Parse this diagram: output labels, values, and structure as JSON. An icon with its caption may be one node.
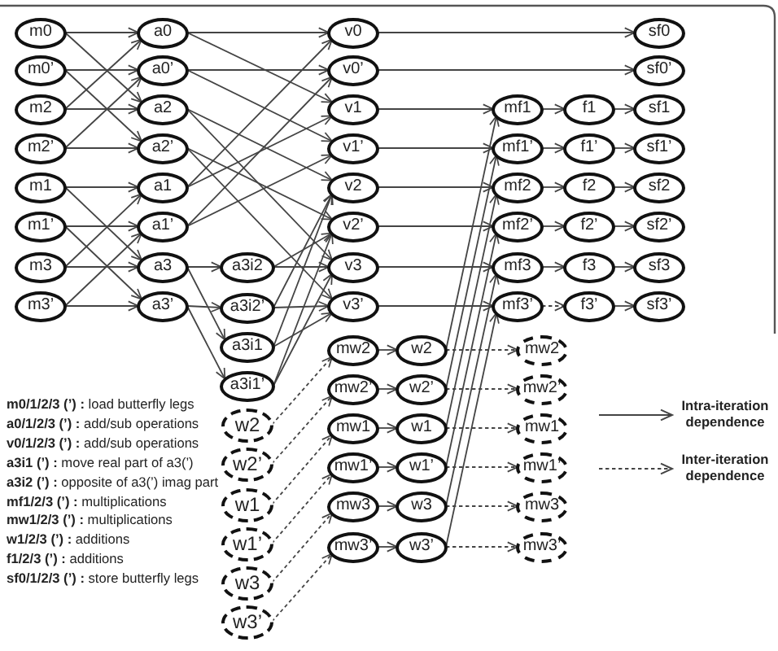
{
  "diagram": {
    "nodes": [
      {
        "text": [
          "m0"
        ]
      },
      {
        "text": [
          "m0’"
        ]
      },
      {
        "text": [
          "m2"
        ]
      },
      {
        "text": [
          "m2’"
        ]
      },
      {
        "text": [
          "m1"
        ]
      },
      {
        "text": [
          "m1’"
        ]
      },
      {
        "text": [
          "m3"
        ]
      },
      {
        "text": [
          "m3’"
        ]
      },
      {
        "text": [
          "a0"
        ]
      },
      {
        "text": [
          "a0’"
        ]
      },
      {
        "text": [
          "a2"
        ]
      },
      {
        "text": [
          "a2’"
        ]
      },
      {
        "text": [
          "a1"
        ]
      },
      {
        "text": [
          "a1’"
        ]
      },
      {
        "text": [
          "a3"
        ]
      },
      {
        "text": [
          "a3’"
        ]
      },
      {
        "text": [
          "a3i2"
        ]
      },
      {
        "text": [
          "a3i2’"
        ]
      },
      {
        "text": [
          "a3i1"
        ]
      },
      {
        "text": [
          "a3i1’"
        ]
      },
      {
        "text": [
          "v0"
        ]
      },
      {
        "text": [
          "v0’"
        ]
      },
      {
        "text": [
          "v1"
        ]
      },
      {
        "text": [
          "v1’"
        ]
      },
      {
        "text": [
          "v2"
        ]
      },
      {
        "text": [
          "v2’"
        ]
      },
      {
        "text": [
          "v3"
        ]
      },
      {
        "text": [
          "v3’"
        ]
      },
      {
        "text": [
          "mw2"
        ]
      },
      {
        "text": [
          "mw2’"
        ]
      },
      {
        "text": [
          "mw1"
        ]
      },
      {
        "text": [
          "mw1’"
        ]
      },
      {
        "text": [
          "mw3"
        ]
      },
      {
        "text": [
          "mw3’"
        ]
      },
      {
        "text": [
          "w2"
        ]
      },
      {
        "text": [
          "w2’"
        ]
      },
      {
        "text": [
          "w1"
        ]
      },
      {
        "text": [
          "w1’"
        ]
      },
      {
        "text": [
          "w3"
        ]
      },
      {
        "text": [
          "w3’"
        ]
      },
      {
        "text": [
          "w2"
        ]
      },
      {
        "text": [
          "w2’"
        ]
      },
      {
        "text": [
          "w1"
        ]
      },
      {
        "text": [
          "w1’"
        ]
      },
      {
        "text": [
          "w3"
        ]
      },
      {
        "text": [
          "w3’"
        ]
      },
      {
        "text": [
          "mf1"
        ]
      },
      {
        "text": [
          "mf1’"
        ]
      },
      {
        "text": [
          "mf2"
        ]
      },
      {
        "text": [
          "mf2’"
        ]
      },
      {
        "text": [
          "mf3"
        ]
      },
      {
        "text": [
          "mf3’"
        ]
      },
      {
        "text": [
          "f1"
        ]
      },
      {
        "text": [
          "f1’"
        ]
      },
      {
        "text": [
          "f2"
        ]
      },
      {
        "text": [
          "f2’"
        ]
      },
      {
        "text": [
          "f3"
        ]
      },
      {
        "text": [
          "f3’"
        ]
      },
      {
        "text": [
          "sf0"
        ]
      },
      {
        "text": [
          "sf0’"
        ]
      },
      {
        "text": [
          "sf1"
        ]
      },
      {
        "text": [
          "sf1’"
        ]
      },
      {
        "text": [
          "sf2"
        ]
      },
      {
        "text": [
          "sf2’"
        ]
      },
      {
        "text": [
          "sf3"
        ]
      },
      {
        "text": [
          "sf3’"
        ]
      },
      {
        "text": [
          "mw2"
        ]
      },
      {
        "text": [
          "mw2’"
        ]
      },
      {
        "text": [
          "mw1"
        ]
      },
      {
        "text": [
          "mw1’"
        ]
      },
      {
        "text": [
          "mw3"
        ]
      },
      {
        "text": [
          "mw3’"
        ]
      }
    ],
    "edges": [
      {
        "from": 0,
        "to": 8,
        "arrow": "to"
      },
      {
        "from": 0,
        "to": 10,
        "arrow": "to"
      },
      {
        "from": 1,
        "to": 9,
        "arrow": "to"
      },
      {
        "from": 1,
        "to": 11,
        "arrow": "to"
      },
      {
        "from": 2,
        "to": 8,
        "arrow": "to"
      },
      {
        "from": 2,
        "to": 10,
        "arrow": "to"
      },
      {
        "from": 3,
        "to": 9,
        "arrow": "to"
      },
      {
        "from": 3,
        "to": 11,
        "arrow": "to"
      },
      {
        "from": 4,
        "to": 12,
        "arrow": "to"
      },
      {
        "from": 4,
        "to": 14,
        "arrow": "to"
      },
      {
        "from": 5,
        "to": 13,
        "arrow": "to"
      },
      {
        "from": 5,
        "to": 15,
        "arrow": "to"
      },
      {
        "from": 6,
        "to": 12,
        "arrow": "to"
      },
      {
        "from": 6,
        "to": 14,
        "arrow": "to"
      },
      {
        "from": 7,
        "to": 13,
        "arrow": "to"
      },
      {
        "from": 7,
        "to": 15,
        "arrow": "to"
      },
      {
        "from": 8,
        "to": 20,
        "arrow": "to"
      },
      {
        "from": 8,
        "to": 22,
        "arrow": "to"
      },
      {
        "from": 9,
        "to": 21,
        "arrow": "to"
      },
      {
        "from": 9,
        "to": 23,
        "arrow": "to"
      },
      {
        "from": 10,
        "to": 24,
        "arrow": "to"
      },
      {
        "from": 10,
        "to": 26,
        "arrow": "to"
      },
      {
        "from": 11,
        "to": 25,
        "arrow": "to"
      },
      {
        "from": 11,
        "to": 27,
        "arrow": "to"
      },
      {
        "from": 12,
        "to": 20,
        "arrow": "to"
      },
      {
        "from": 12,
        "to": 22,
        "arrow": "to"
      },
      {
        "from": 13,
        "to": 21,
        "arrow": "to"
      },
      {
        "from": 13,
        "to": 23,
        "arrow": "to"
      },
      {
        "from": 14,
        "to": 16,
        "arrow": "to"
      },
      {
        "from": 14,
        "to": 18,
        "arrow": "to"
      },
      {
        "from": 15,
        "to": 17,
        "arrow": "to"
      },
      {
        "from": 15,
        "to": 19,
        "arrow": "to"
      },
      {
        "from": 16,
        "to": 26,
        "arrow": "to"
      },
      {
        "from": 16,
        "to": 25,
        "arrow": "to"
      },
      {
        "from": 17,
        "to": 27,
        "arrow": "to"
      },
      {
        "from": 17,
        "to": 24,
        "arrow": "to"
      },
      {
        "from": 18,
        "to": 24,
        "arrow": "to"
      },
      {
        "from": 18,
        "to": 27,
        "arrow": "to"
      },
      {
        "from": 19,
        "to": 25,
        "arrow": "to"
      },
      {
        "from": 19,
        "to": 26,
        "arrow": "to"
      },
      {
        "from": 20,
        "to": 58,
        "arrow": "to"
      },
      {
        "from": 21,
        "to": 59,
        "arrow": "to"
      },
      {
        "from": 22,
        "to": 46,
        "arrow": "to"
      },
      {
        "from": 23,
        "to": 47,
        "arrow": "to"
      },
      {
        "from": 24,
        "to": 48,
        "arrow": "to"
      },
      {
        "from": 25,
        "to": 49,
        "arrow": "to"
      },
      {
        "from": 26,
        "to": 50,
        "arrow": "to"
      },
      {
        "from": 27,
        "to": 51,
        "arrow": "to"
      },
      {
        "from": 34,
        "to": 46,
        "arrow": "to"
      },
      {
        "from": 35,
        "to": 47,
        "arrow": "to"
      },
      {
        "from": 36,
        "to": 48,
        "arrow": "to"
      },
      {
        "from": 37,
        "to": 49,
        "arrow": "to"
      },
      {
        "from": 38,
        "to": 50,
        "arrow": "to"
      },
      {
        "from": 39,
        "to": 51,
        "arrow": "to"
      },
      {
        "from": 46,
        "to": 52,
        "arrow": "to"
      },
      {
        "from": 47,
        "to": 53,
        "arrow": "to"
      },
      {
        "from": 48,
        "to": 54,
        "arrow": "to"
      },
      {
        "from": 49,
        "to": 55,
        "arrow": "to"
      },
      {
        "from": 50,
        "to": 56,
        "arrow": "to"
      },
      {
        "from": 51,
        "to": 57,
        "arrow": "to",
        "style": "dashed"
      },
      {
        "from": 52,
        "to": 60,
        "arrow": "to"
      },
      {
        "from": 53,
        "to": 61,
        "arrow": "to"
      },
      {
        "from": 54,
        "to": 62,
        "arrow": "to"
      },
      {
        "from": 55,
        "to": 63,
        "arrow": "to"
      },
      {
        "from": 56,
        "to": 64,
        "arrow": "to"
      },
      {
        "from": 57,
        "to": 65,
        "arrow": "to"
      },
      {
        "from": 28,
        "to": 34,
        "arrow": "to"
      },
      {
        "from": 29,
        "to": 35,
        "arrow": "to"
      },
      {
        "from": 30,
        "to": 36,
        "arrow": "to"
      },
      {
        "from": 31,
        "to": 37,
        "arrow": "to"
      },
      {
        "from": 32,
        "to": 38,
        "arrow": "to"
      },
      {
        "from": 33,
        "to": 39,
        "arrow": "to"
      },
      {
        "from": 34,
        "to": 66,
        "arrow": "to",
        "style": "dashed"
      },
      {
        "from": 35,
        "to": 67,
        "arrow": "to",
        "style": "dashed"
      },
      {
        "from": 36,
        "to": 68,
        "arrow": "to",
        "style": "dashed"
      },
      {
        "from": 37,
        "to": 69,
        "arrow": "to",
        "style": "dashed"
      },
      {
        "from": 38,
        "to": 70,
        "arrow": "to",
        "style": "dashed"
      },
      {
        "from": 39,
        "to": 71,
        "arrow": "to",
        "style": "dashed"
      },
      {
        "from": 40,
        "to": 28,
        "arrow": "to",
        "style": "dashed"
      },
      {
        "from": 41,
        "to": 29,
        "arrow": "to",
        "style": "dashed"
      },
      {
        "from": 42,
        "to": 30,
        "arrow": "to",
        "style": "dashed"
      },
      {
        "from": 43,
        "to": 31,
        "arrow": "to",
        "style": "dashed"
      },
      {
        "from": 44,
        "to": 32,
        "arrow": "to",
        "style": "dashed"
      },
      {
        "from": 45,
        "to": 33,
        "arrow": "to",
        "style": "dashed"
      }
    ],
    "labels": [
      "**m0/1/2/3 (’) :** load butterfly legs",
      "**a0/1/2/3 (’) :** add/sub operations",
      "**v0/1/2/3 (’) :** add/sub operations",
      "**a3i1 (’) :** move real part of a3(’)",
      "**a3i2 (’) :** opposite of a3(’) imag part",
      "**mf1/2/3 (’) :** multiplications",
      "**mw1/2/3 (’) :** multiplications",
      "**w1/2/3 (’) :** additions",
      "**f1/2/3 (’) :** additions",
      "**sf0/1/2/3 (’) :** store butterfly legs"
    ],
    "legend": [
      {
        "text": "Intra-iteration dependence"
      },
      {
        "text": "Inter-iteration dependence"
      }
    ]
  }
}
